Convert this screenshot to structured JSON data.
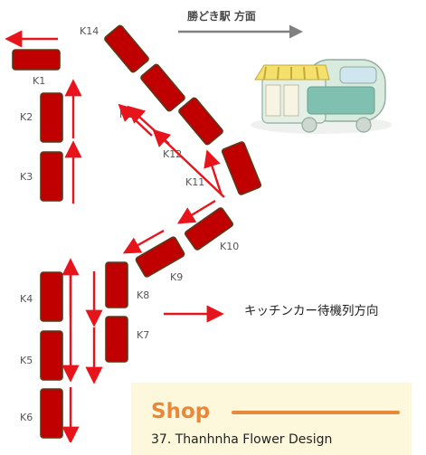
{
  "stations": {
    "direction_label": "勝どき駅 方面"
  },
  "queue": {
    "direction_label": "キッチンカー待機列方向"
  },
  "slots": [
    {
      "id": "K1",
      "label": "K1"
    },
    {
      "id": "K2",
      "label": "K2"
    },
    {
      "id": "K3",
      "label": "K3"
    },
    {
      "id": "K4",
      "label": "K4"
    },
    {
      "id": "K5",
      "label": "K5"
    },
    {
      "id": "K6",
      "label": "K6"
    },
    {
      "id": "K7",
      "label": "K7"
    },
    {
      "id": "K8",
      "label": "K8"
    },
    {
      "id": "K9",
      "label": "K9"
    },
    {
      "id": "K10",
      "label": "K10"
    },
    {
      "id": "K11",
      "label": "K11"
    },
    {
      "id": "K12",
      "label": "K12"
    },
    {
      "id": "K13",
      "label": "K13"
    },
    {
      "id": "K14",
      "label": "K14"
    }
  ],
  "colors": {
    "slot_fill": "#c00000",
    "arrow": "#e8141b",
    "accent_orange": "#e8883a",
    "card_bg": "#fdf8dc"
  },
  "illustration": {
    "icon": "food-truck-illustration"
  },
  "shop": {
    "title": "Shop",
    "entry": "37. Thanhnha Flower Design"
  }
}
